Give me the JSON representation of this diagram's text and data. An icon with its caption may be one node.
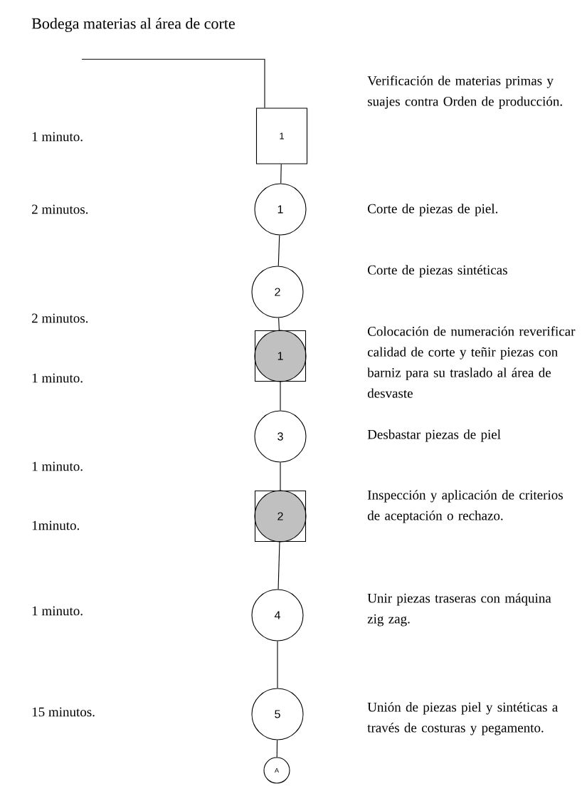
{
  "diagram": {
    "nodes": [
      {
        "text": [
          "Bodega materias al área de corte"
        ]
      },
      {
        "text": [
          "1"
        ]
      },
      {
        "text": [
          "1"
        ]
      },
      {
        "text": [
          "2"
        ]
      },
      {
        "text": [
          "1"
        ]
      },
      {
        "text": [
          "3"
        ]
      },
      {
        "text": [
          "2"
        ]
      },
      {
        "text": [
          "4"
        ]
      },
      {
        "text": [
          "5"
        ]
      },
      {
        "text": [
          "A"
        ]
      }
    ],
    "edges": [
      {
        "from": 0,
        "to": 1,
        "arrow": "none"
      },
      {
        "from": 1,
        "to": 2,
        "arrow": "none"
      },
      {
        "from": 2,
        "to": 3,
        "arrow": "none"
      },
      {
        "from": 3,
        "to": 4,
        "arrow": "none"
      },
      {
        "from": 4,
        "to": 5,
        "arrow": "none"
      },
      {
        "from": 5,
        "to": 6,
        "arrow": "none"
      },
      {
        "from": 6,
        "to": 7,
        "arrow": "none"
      },
      {
        "from": 7,
        "to": 8,
        "arrow": "none"
      },
      {
        "from": 8,
        "to": 9,
        "arrow": "none"
      }
    ],
    "labels": [
      "Verificación de materias primas y suajes  contra Orden de producción.",
      "1 minuto.",
      "2 minutos.",
      "Corte de piezas de piel.",
      "Corte de piezas sintéticas",
      "2 minutos.",
      "Colocación de numeración reverificar calidad de corte y teñir piezas con barniz para su traslado al área de desvaste",
      "1 minuto.",
      "Desbastar piezas de piel",
      "1 minuto.",
      "Inspección  y aplicación de criterios de aceptación o rechazo.",
      "1minuto.",
      "Unir piezas traseras con máquina zig zag.",
      "1 minuto.",
      "Unión de piezas piel y sintéticas a través de costuras y pegamento.",
      "15 minutos."
    ]
  }
}
